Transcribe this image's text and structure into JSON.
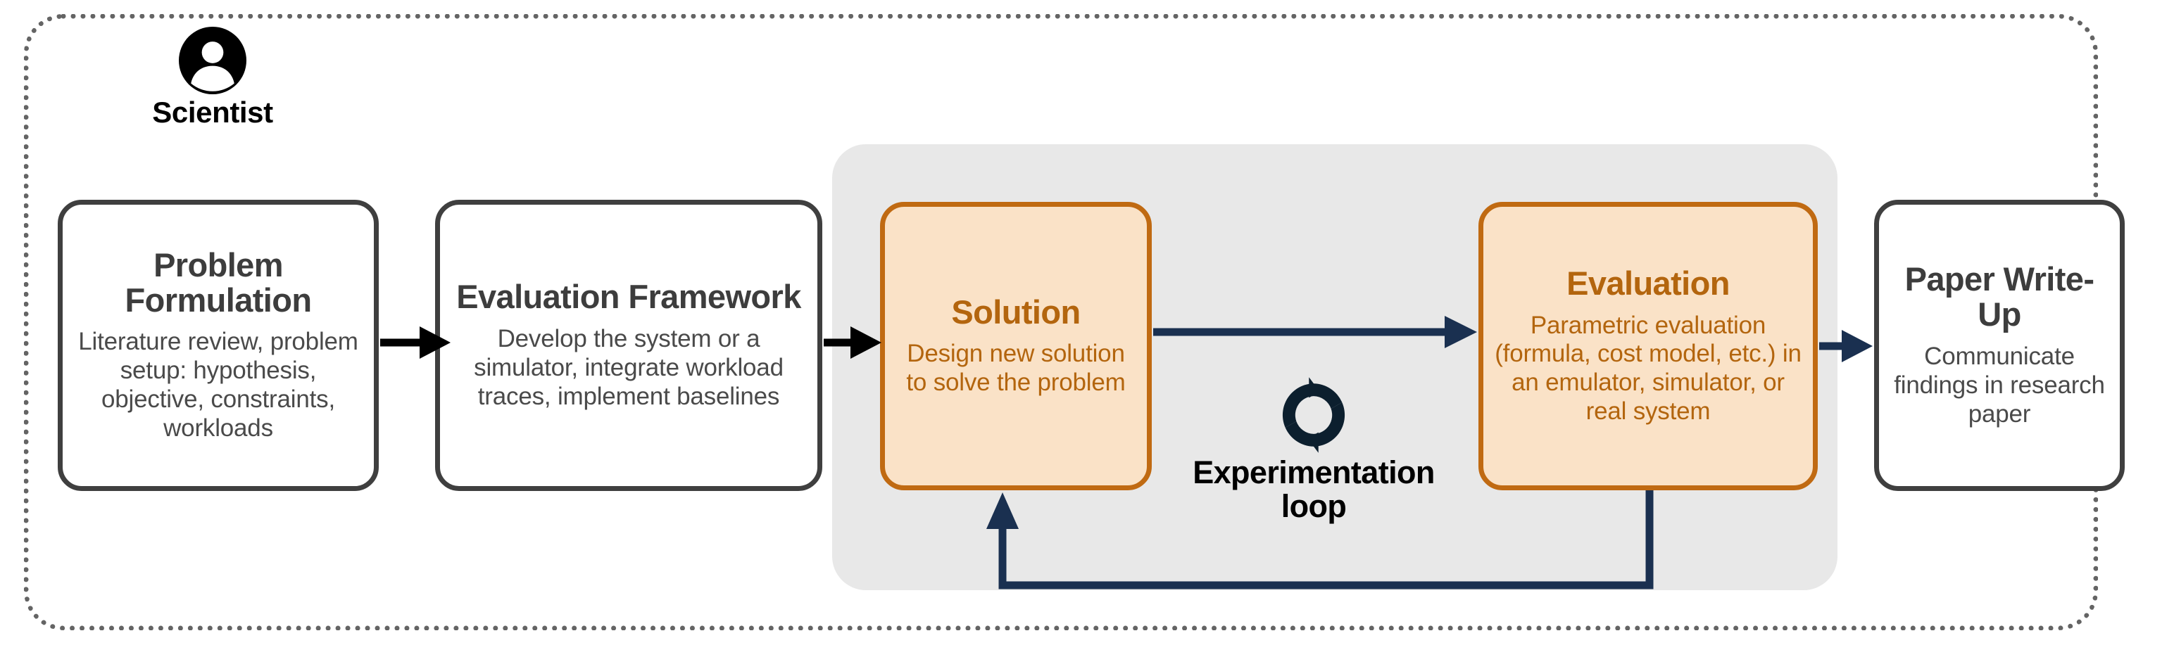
{
  "diagram": {
    "actor": {
      "icon": "person-avatar-icon",
      "label": "Scientist"
    },
    "stages": [
      {
        "id": "problem",
        "title": "Problem Formulation",
        "description": "Literature review, problem setup: hypothesis, objective, constraints, workloads",
        "style": "plain"
      },
      {
        "id": "framework",
        "title": "Evaluation Framework",
        "description": "Develop the system or a simulator, integrate workload traces, implement baselines",
        "style": "plain"
      },
      {
        "id": "solution",
        "title": "Solution",
        "description": "Design new solution to solve the problem",
        "style": "accent"
      },
      {
        "id": "evaluation",
        "title": "Evaluation",
        "description": "Parametric evaluation (formula, cost model, etc.) in an emulator, simulator, or real system",
        "style": "accent"
      },
      {
        "id": "paper",
        "title": "Paper Write-Up",
        "description": "Communicate findings in research paper",
        "style": "plain"
      }
    ],
    "loop": {
      "icon": "refresh-cycle-icon",
      "label_line1": "Experimentation",
      "label_line2": "loop"
    },
    "colors": {
      "accent_fill": "#fae2c7",
      "accent_border": "#c06a12",
      "accent_text": "#b3650e",
      "plain_border": "#3f3f3f",
      "plain_text": "#3d3d3d",
      "panel_background": "#e8e8e8",
      "boundary_dotted": "#646464",
      "arrow_dark": "#000000",
      "arrow_navy": "#1a3050"
    }
  }
}
